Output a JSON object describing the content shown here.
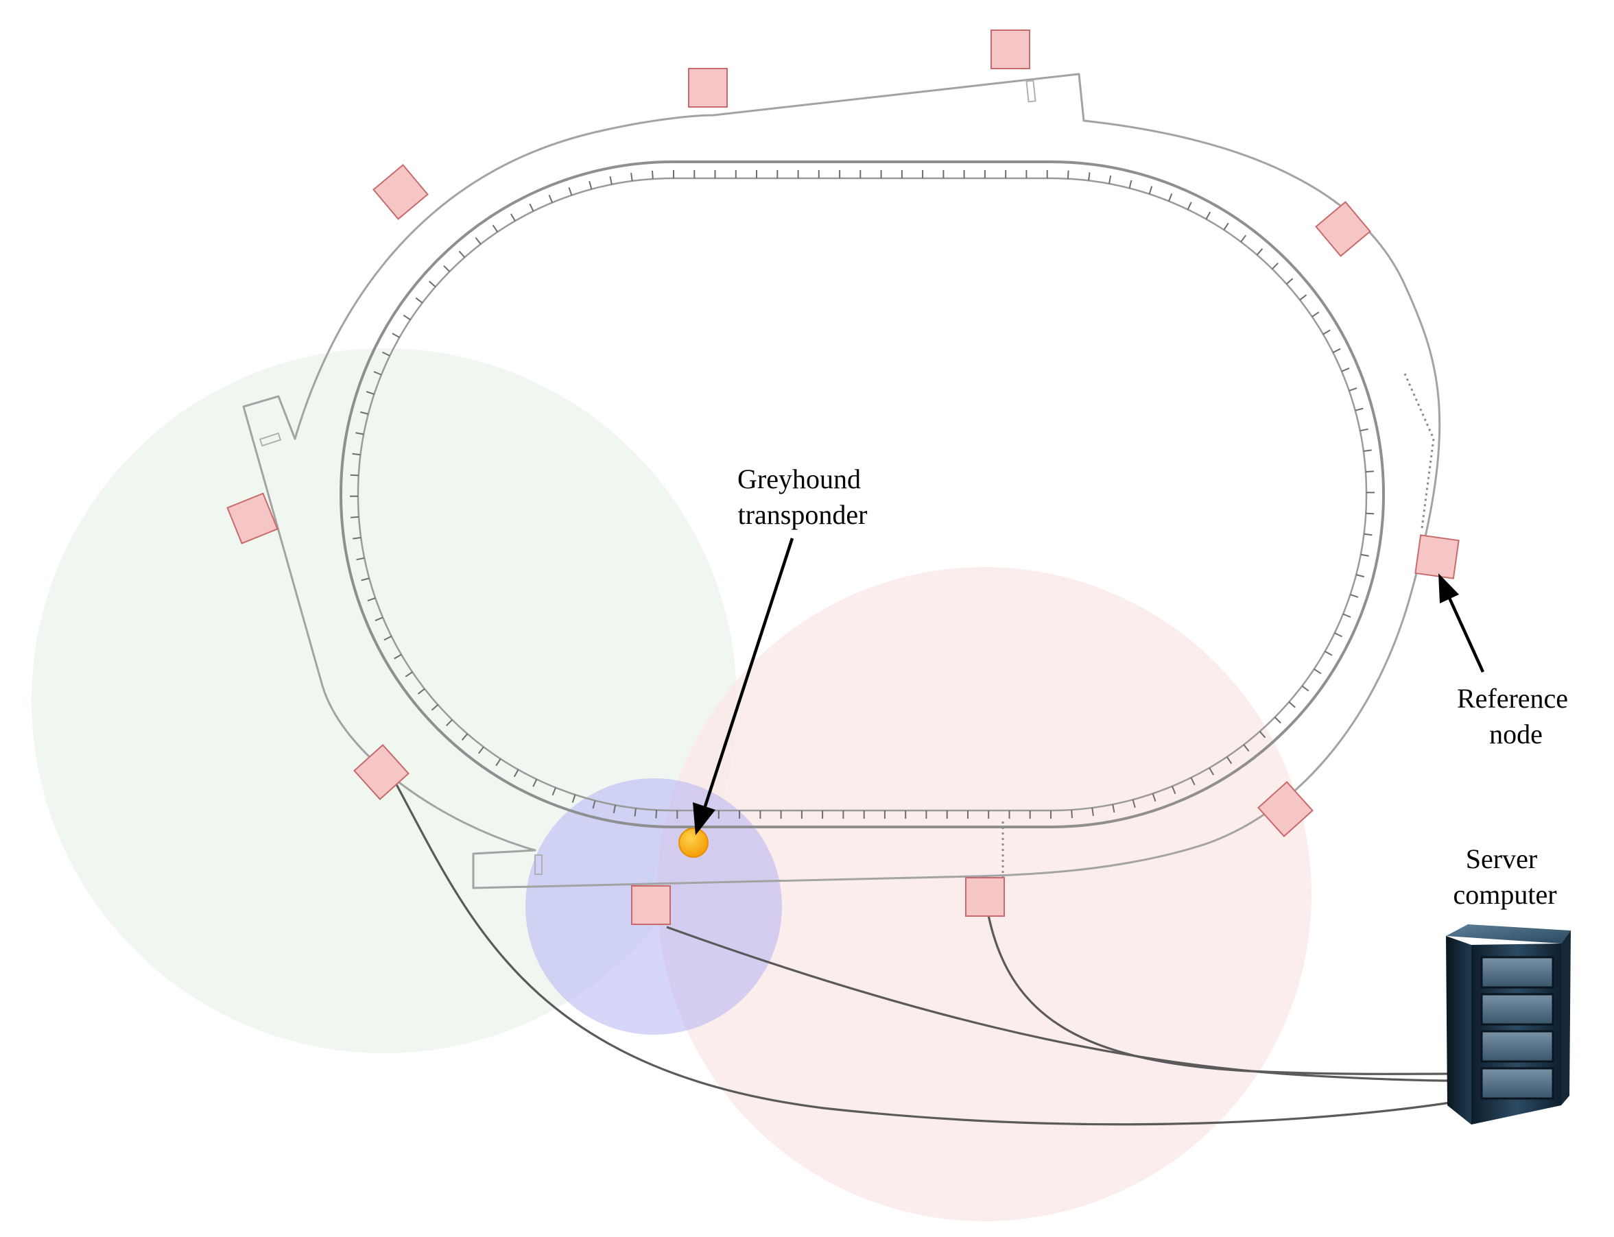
{
  "labels": {
    "transponder": [
      "Greyhound",
      "transponder"
    ],
    "reference_node": [
      "Reference",
      "node"
    ],
    "server": [
      "Server",
      "computer"
    ]
  },
  "icons": {
    "transponder": "orange-dot",
    "reference_node": "pink-square",
    "server": "server-rack"
  },
  "colors": {
    "track": "#a3a3a3",
    "reference_node_fill": "#f6c6c6",
    "reference_node_stroke": "#c86a6a",
    "transponder": "#f7a800",
    "coverage_green": "#eef6ee",
    "coverage_red": "#fbeaea",
    "coverage_blue": "#c8c8f4",
    "cable": "#5a5a5a",
    "server_body": "#1c3346"
  }
}
